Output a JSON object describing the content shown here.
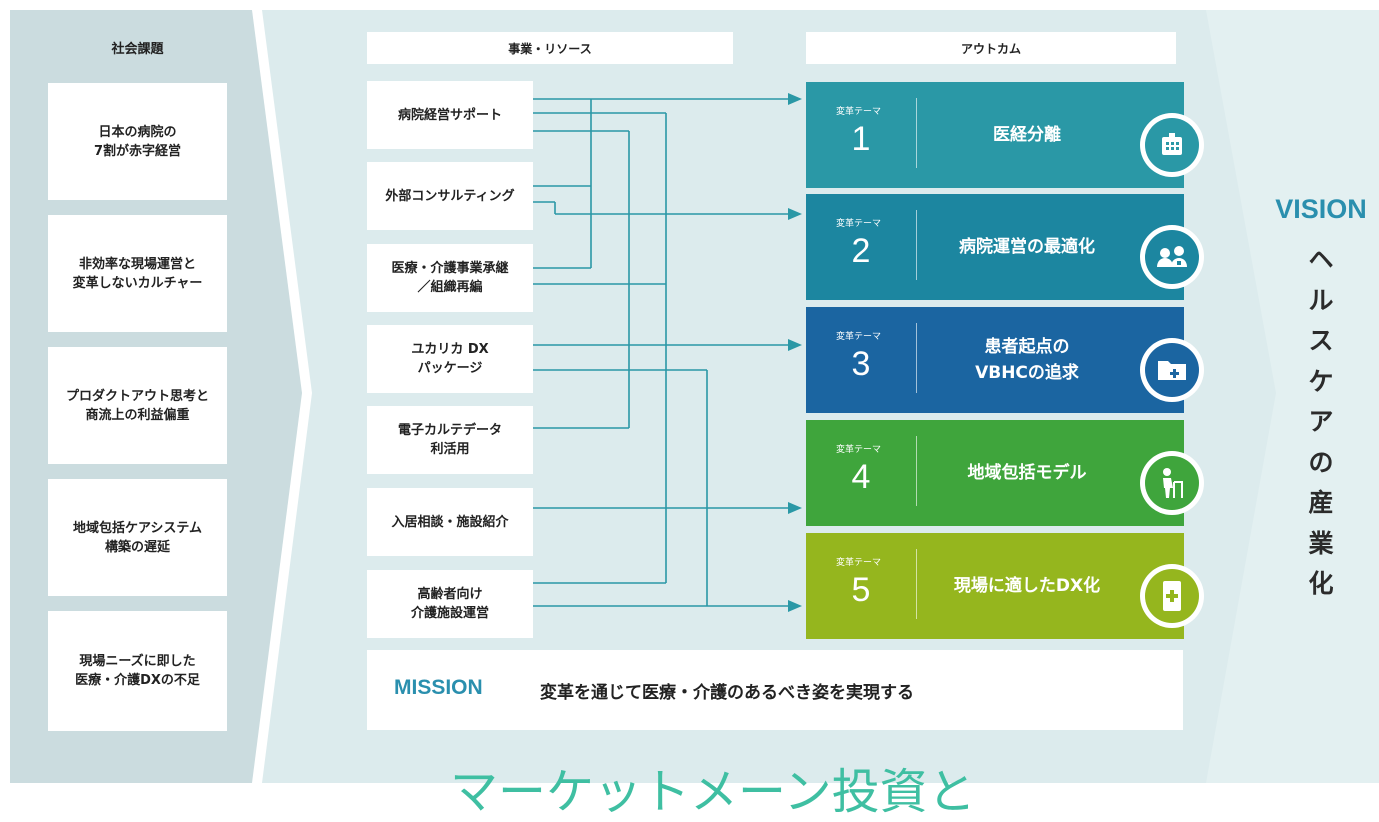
{
  "social_issues": {
    "header": "社会課題",
    "items": [
      "日本の病院の\n7割が赤字経営",
      "非効率な現場運営と\n変革しないカルチャー",
      "プロダクトアウト思考と\n商流上の利益偏重",
      "地域包括ケアシステム\n構築の遅延",
      "現場ニーズに即した\n医療・介護DXの不足"
    ]
  },
  "resources": {
    "header": "事業・リソース",
    "items": [
      "病院経営サポート",
      "外部コンサルティング",
      "医療・介護事業承継\n／組織再編",
      "ユカリカ DX\nパッケージ",
      "電子カルテデータ\n利活用",
      "入居相談・施設紹介",
      "高齢者向け\n介護施設運営"
    ]
  },
  "outcomes": {
    "header": "アウトカム",
    "items": [
      {
        "label": "変革テーマ",
        "number": "1",
        "title": "医経分離",
        "color": "#2a98a6",
        "icon": "hospital-icon",
        "icon_color": "#2a98a6"
      },
      {
        "label": "変革テーマ",
        "number": "2",
        "title": "病院運営の最適化",
        "color": "#1c86a0",
        "icon": "doctor-patient-icon",
        "icon_color": "#1c86a0"
      },
      {
        "label": "変革テーマ",
        "number": "3",
        "title": "患者起点の\nVBHCの追求",
        "color": "#1b65a1",
        "icon": "medical-folder-icon",
        "icon_color": "#1b65a1"
      },
      {
        "label": "変革テーマ",
        "number": "4",
        "title": "地域包括モデル",
        "color": "#3fa53c",
        "icon": "elderly-walker-icon",
        "icon_color": "#3fa53c"
      },
      {
        "label": "変革テーマ",
        "number": "5",
        "title": "現場に適したDX化",
        "color": "#95b61e",
        "icon": "medical-tablet-icon",
        "icon_color": "#95b61e"
      }
    ]
  },
  "mission": {
    "label": "MISSION",
    "text": "変革を通じて医療・介護のあるべき姿を実現する"
  },
  "vision": {
    "label": "VISION",
    "text": "ヘルスケアの産業化"
  },
  "bottom_partial_text": "マーケットメーン投資と",
  "colors": {
    "left_panel": "#cbdcdf",
    "mid_panel": "#dcebed",
    "right_panel": "#e3f0f1",
    "connector": "#2a98a6",
    "mission_label": "#2a8fae"
  }
}
